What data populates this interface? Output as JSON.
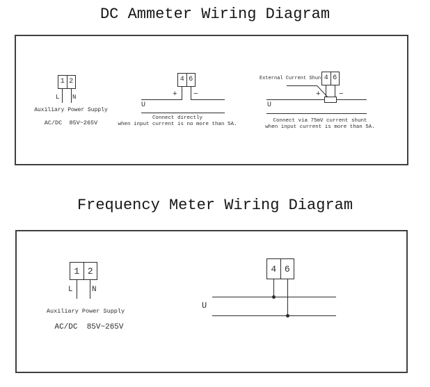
{
  "colors": {
    "background": "#ffffff",
    "ink": "#2b2b2b"
  },
  "d1": {
    "title": "DC Ammeter Wiring Diagram",
    "aux": {
      "terminals": [
        "1",
        "2"
      ],
      "line_label": "L",
      "neutral_label": "N",
      "name": "Auxiliary Power Supply",
      "rating": "AC/DC  85V~265V"
    },
    "direct": {
      "terminals": [
        "4",
        "6"
      ],
      "polarity_plus": "+",
      "polarity_minus": "−",
      "bus_label": "U",
      "caption1": "Connect directly",
      "caption2": "when input current is no more than 5A."
    },
    "shunt": {
      "pointer_label": "External Current Shunt",
      "terminals": [
        "4",
        "6"
      ],
      "polarity_plus": "+",
      "polarity_minus": "−",
      "bus_label": "U",
      "caption1": "Connect via 75mV current shunt",
      "caption2": "when input current is more than 5A."
    }
  },
  "d2": {
    "title": "Frequency Meter Wiring Diagram",
    "aux": {
      "terminals": [
        "1",
        "2"
      ],
      "line_label": "L",
      "neutral_label": "N",
      "name": "Auxiliary Power Supply",
      "rating": "AC/DC  85V~265V"
    },
    "voltage": {
      "terminals": [
        "4",
        "6"
      ],
      "bus_label": "U"
    }
  }
}
